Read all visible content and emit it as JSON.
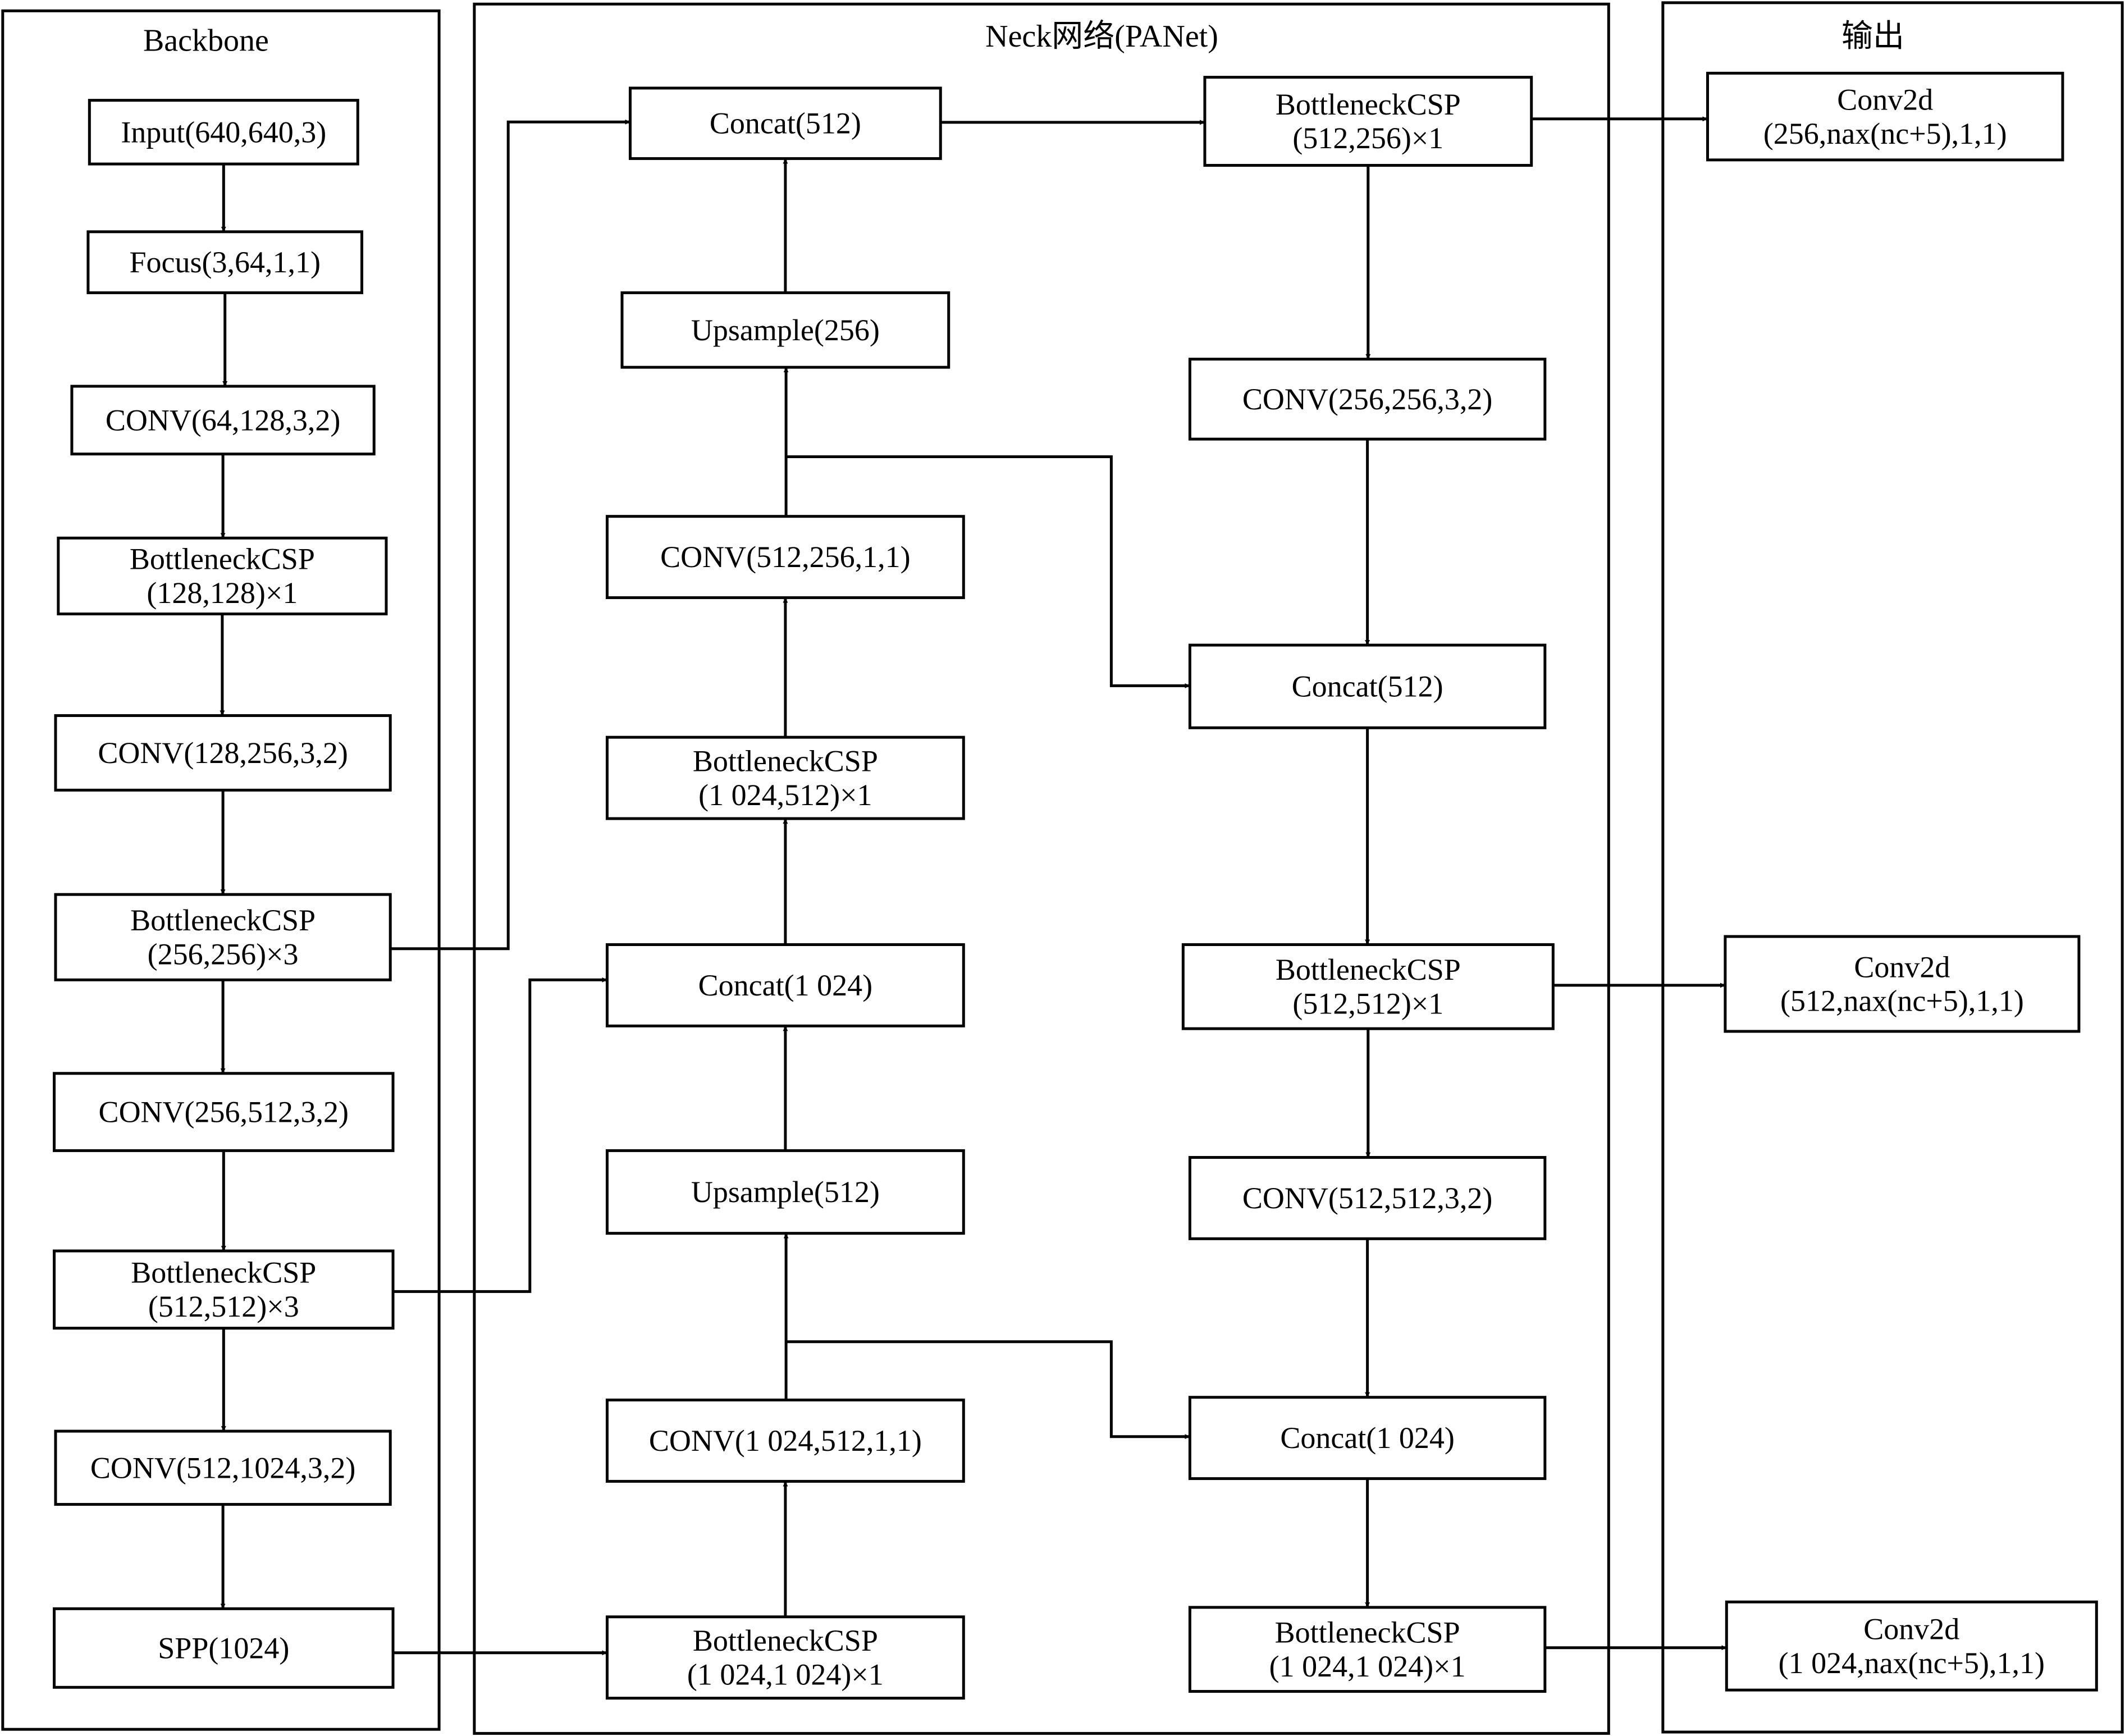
{
  "panels": [
    {
      "id": "backbone",
      "title": "Backbone"
    },
    {
      "id": "neck",
      "title": "Neck网络(PANet)"
    },
    {
      "id": "output",
      "title": "输出"
    }
  ],
  "nodes": [
    {
      "id": "input",
      "lines": [
        "Input(640,640,3)"
      ]
    },
    {
      "id": "focus",
      "lines": [
        "Focus(3,64,1,1)"
      ]
    },
    {
      "id": "conv1",
      "lines": [
        "CONV(64,128,3,2)"
      ]
    },
    {
      "id": "bcsp1",
      "lines": [
        "BottleneckCSP",
        "(128,128)×1"
      ]
    },
    {
      "id": "conv2",
      "lines": [
        "CONV(128,256,3,2)"
      ]
    },
    {
      "id": "bcsp2",
      "lines": [
        "BottleneckCSP",
        "(256,256)×3"
      ]
    },
    {
      "id": "conv3",
      "lines": [
        "CONV(256,512,3,2)"
      ]
    },
    {
      "id": "bcsp3",
      "lines": [
        "BottleneckCSP",
        "(512,512)×3"
      ]
    },
    {
      "id": "conv4",
      "lines": [
        "CONV(512,1024,3,2)"
      ]
    },
    {
      "id": "spp",
      "lines": [
        "SPP(1024)"
      ]
    },
    {
      "id": "n_concat512",
      "lines": [
        "Concat(512)"
      ]
    },
    {
      "id": "n_up256",
      "lines": [
        "Upsample(256)"
      ]
    },
    {
      "id": "n_conv512_256",
      "lines": [
        "CONV(512,256,1,1)"
      ]
    },
    {
      "id": "n_bcsp1024_512",
      "lines": [
        "BottleneckCSP",
        "(1 024,512)×1"
      ]
    },
    {
      "id": "n_concat1024",
      "lines": [
        "Concat(1 024)"
      ]
    },
    {
      "id": "n_up512",
      "lines": [
        "Upsample(512)"
      ]
    },
    {
      "id": "n_conv1024_512",
      "lines": [
        "CONV(1 024,512,1,1)"
      ]
    },
    {
      "id": "n_bcsp1024_1024",
      "lines": [
        "BottleneckCSP",
        "(1 024,1 024)×1"
      ]
    },
    {
      "id": "r_bcsp512_256",
      "lines": [
        "BottleneckCSP",
        "(512,256)×1"
      ]
    },
    {
      "id": "r_conv256",
      "lines": [
        "CONV(256,256,3,2)"
      ]
    },
    {
      "id": "r_concat512",
      "lines": [
        "Concat(512)"
      ]
    },
    {
      "id": "r_bcsp512_512",
      "lines": [
        "BottleneckCSP",
        "(512,512)×1"
      ]
    },
    {
      "id": "r_conv512",
      "lines": [
        "CONV(512,512,3,2)"
      ]
    },
    {
      "id": "r_concat1024",
      "lines": [
        "Concat(1 024)"
      ]
    },
    {
      "id": "r_bcsp1024_1024",
      "lines": [
        "BottleneckCSP",
        "(1 024,1 024)×1"
      ]
    },
    {
      "id": "o_conv256",
      "lines": [
        "Conv2d",
        "(256,nax(nc+5),1,1)"
      ]
    },
    {
      "id": "o_conv512",
      "lines": [
        "Conv2d",
        "(512,nax(nc+5),1,1)"
      ]
    },
    {
      "id": "o_conv1024",
      "lines": [
        "Conv2d",
        "(1 024,nax(nc+5),1,1)"
      ]
    }
  ],
  "edges": [
    {
      "from": "input",
      "to": "focus"
    },
    {
      "from": "focus",
      "to": "conv1"
    },
    {
      "from": "conv1",
      "to": "bcsp1"
    },
    {
      "from": "bcsp1",
      "to": "conv2"
    },
    {
      "from": "conv2",
      "to": "bcsp2"
    },
    {
      "from": "bcsp2",
      "to": "conv3"
    },
    {
      "from": "conv3",
      "to": "bcsp3"
    },
    {
      "from": "bcsp3",
      "to": "conv4"
    },
    {
      "from": "conv4",
      "to": "spp"
    },
    {
      "from": "spp",
      "to": "n_bcsp1024_1024"
    },
    {
      "from": "n_bcsp1024_1024",
      "to": "n_conv1024_512"
    },
    {
      "from": "n_conv1024_512",
      "to": "n_up512"
    },
    {
      "from": "n_conv1024_512",
      "to": "r_concat1024"
    },
    {
      "from": "n_up512",
      "to": "n_concat1024"
    },
    {
      "from": "bcsp3",
      "to": "n_concat1024"
    },
    {
      "from": "n_concat1024",
      "to": "n_bcsp1024_512"
    },
    {
      "from": "n_bcsp1024_512",
      "to": "n_conv512_256"
    },
    {
      "from": "n_conv512_256",
      "to": "n_up256"
    },
    {
      "from": "n_conv512_256",
      "to": "r_concat512"
    },
    {
      "from": "n_up256",
      "to": "n_concat512"
    },
    {
      "from": "bcsp2",
      "to": "n_concat512"
    },
    {
      "from": "n_concat512",
      "to": "r_bcsp512_256"
    },
    {
      "from": "r_bcsp512_256",
      "to": "r_conv256"
    },
    {
      "from": "r_bcsp512_256",
      "to": "o_conv256"
    },
    {
      "from": "r_conv256",
      "to": "r_concat512"
    },
    {
      "from": "r_concat512",
      "to": "r_bcsp512_512"
    },
    {
      "from": "r_bcsp512_512",
      "to": "r_conv512"
    },
    {
      "from": "r_bcsp512_512",
      "to": "o_conv512"
    },
    {
      "from": "r_conv512",
      "to": "r_concat1024"
    },
    {
      "from": "r_concat1024",
      "to": "r_bcsp1024_1024"
    },
    {
      "from": "r_bcsp1024_1024",
      "to": "o_conv1024"
    }
  ]
}
